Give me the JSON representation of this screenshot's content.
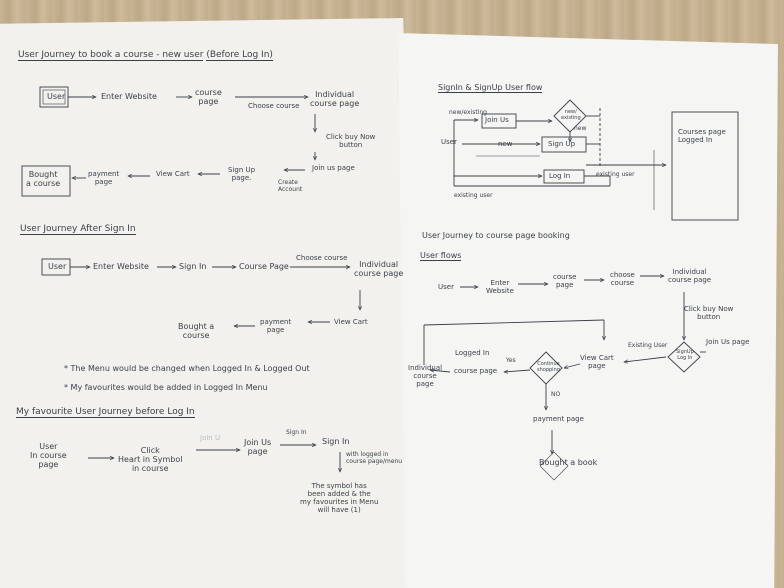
{
  "left_sheet": {
    "journey1": {
      "title": "User Journey to book a course - new user",
      "title_note": "(Before Log In)",
      "user": "User",
      "enter": "Enter Website",
      "course_page": "course\npage",
      "choose": "Choose course",
      "individual": "Individual\ncourse page",
      "click_buy": "Click buy Now\nbutton",
      "join": "Join us page",
      "create": "Create\nAccount",
      "signup": "Sign Up\npage.",
      "view_cart": "View Cart",
      "payment": "payment\npage",
      "bought": "Bought\na course"
    },
    "journey2": {
      "title": "User Journey After Sign In",
      "user": "User",
      "enter": "Enter Website",
      "sign_in": "Sign In",
      "course_page": "Course Page",
      "choose": "Choose course",
      "individual": "Individual\ncourse page",
      "view_cart": "View Cart",
      "payment": "payment\npage",
      "bought": "Bought a\ncourse"
    },
    "notes": [
      "* The Menu would be changed when Logged In & Logged Out",
      "* My favourites would be added in Logged In Menu"
    ],
    "journey3": {
      "title": "My favourite User Journey before Log In",
      "user": "User\nIn course\npage",
      "click": "Click\nHeart in Symbol\nin course",
      "faint": "Join U",
      "join": "Join Us\npage",
      "sign_in_small": "Sign In",
      "sign_in": "Sign In",
      "with_login": "with logged in\ncourse page/menu",
      "result": "The symbol has\nbeen added & the\nmy favourites in Menu\nwill have (1)"
    }
  },
  "right_sheet": {
    "flow1": {
      "title": "SignIn & SignUp User flow",
      "new_existing": "new/existing",
      "join": "Join Us",
      "decision": "new/\nexisting",
      "new_top": "new",
      "user": "User",
      "new_mid": "new",
      "signup": "Sign Up",
      "login": "Log In",
      "existing_user": "existing user",
      "existing_bottom": "existing user",
      "courses": "Courses page\nLogged In"
    },
    "flow2": {
      "title": "User Journey to course page booking",
      "subtitle": "User flows",
      "user": "User",
      "enter": "Enter\nWebsite",
      "course_page": "course\npage",
      "choose": "choose\ncourse",
      "individual": "Individual\ncourse page",
      "click_buy": "Click buy Now\nbutton",
      "join": "Join Us page",
      "existing": "Existing User",
      "decision_signup": "SignUp\nLog In",
      "view_cart": "View Cart\npage",
      "continue": "Continue\nshopping",
      "logged_in": "Logged In",
      "yes": "Yes",
      "course_page2": "course page",
      "individual2": "Individual\ncourse\npage",
      "no": "NO",
      "payment": "payment page",
      "bought": "Bought a book"
    }
  }
}
